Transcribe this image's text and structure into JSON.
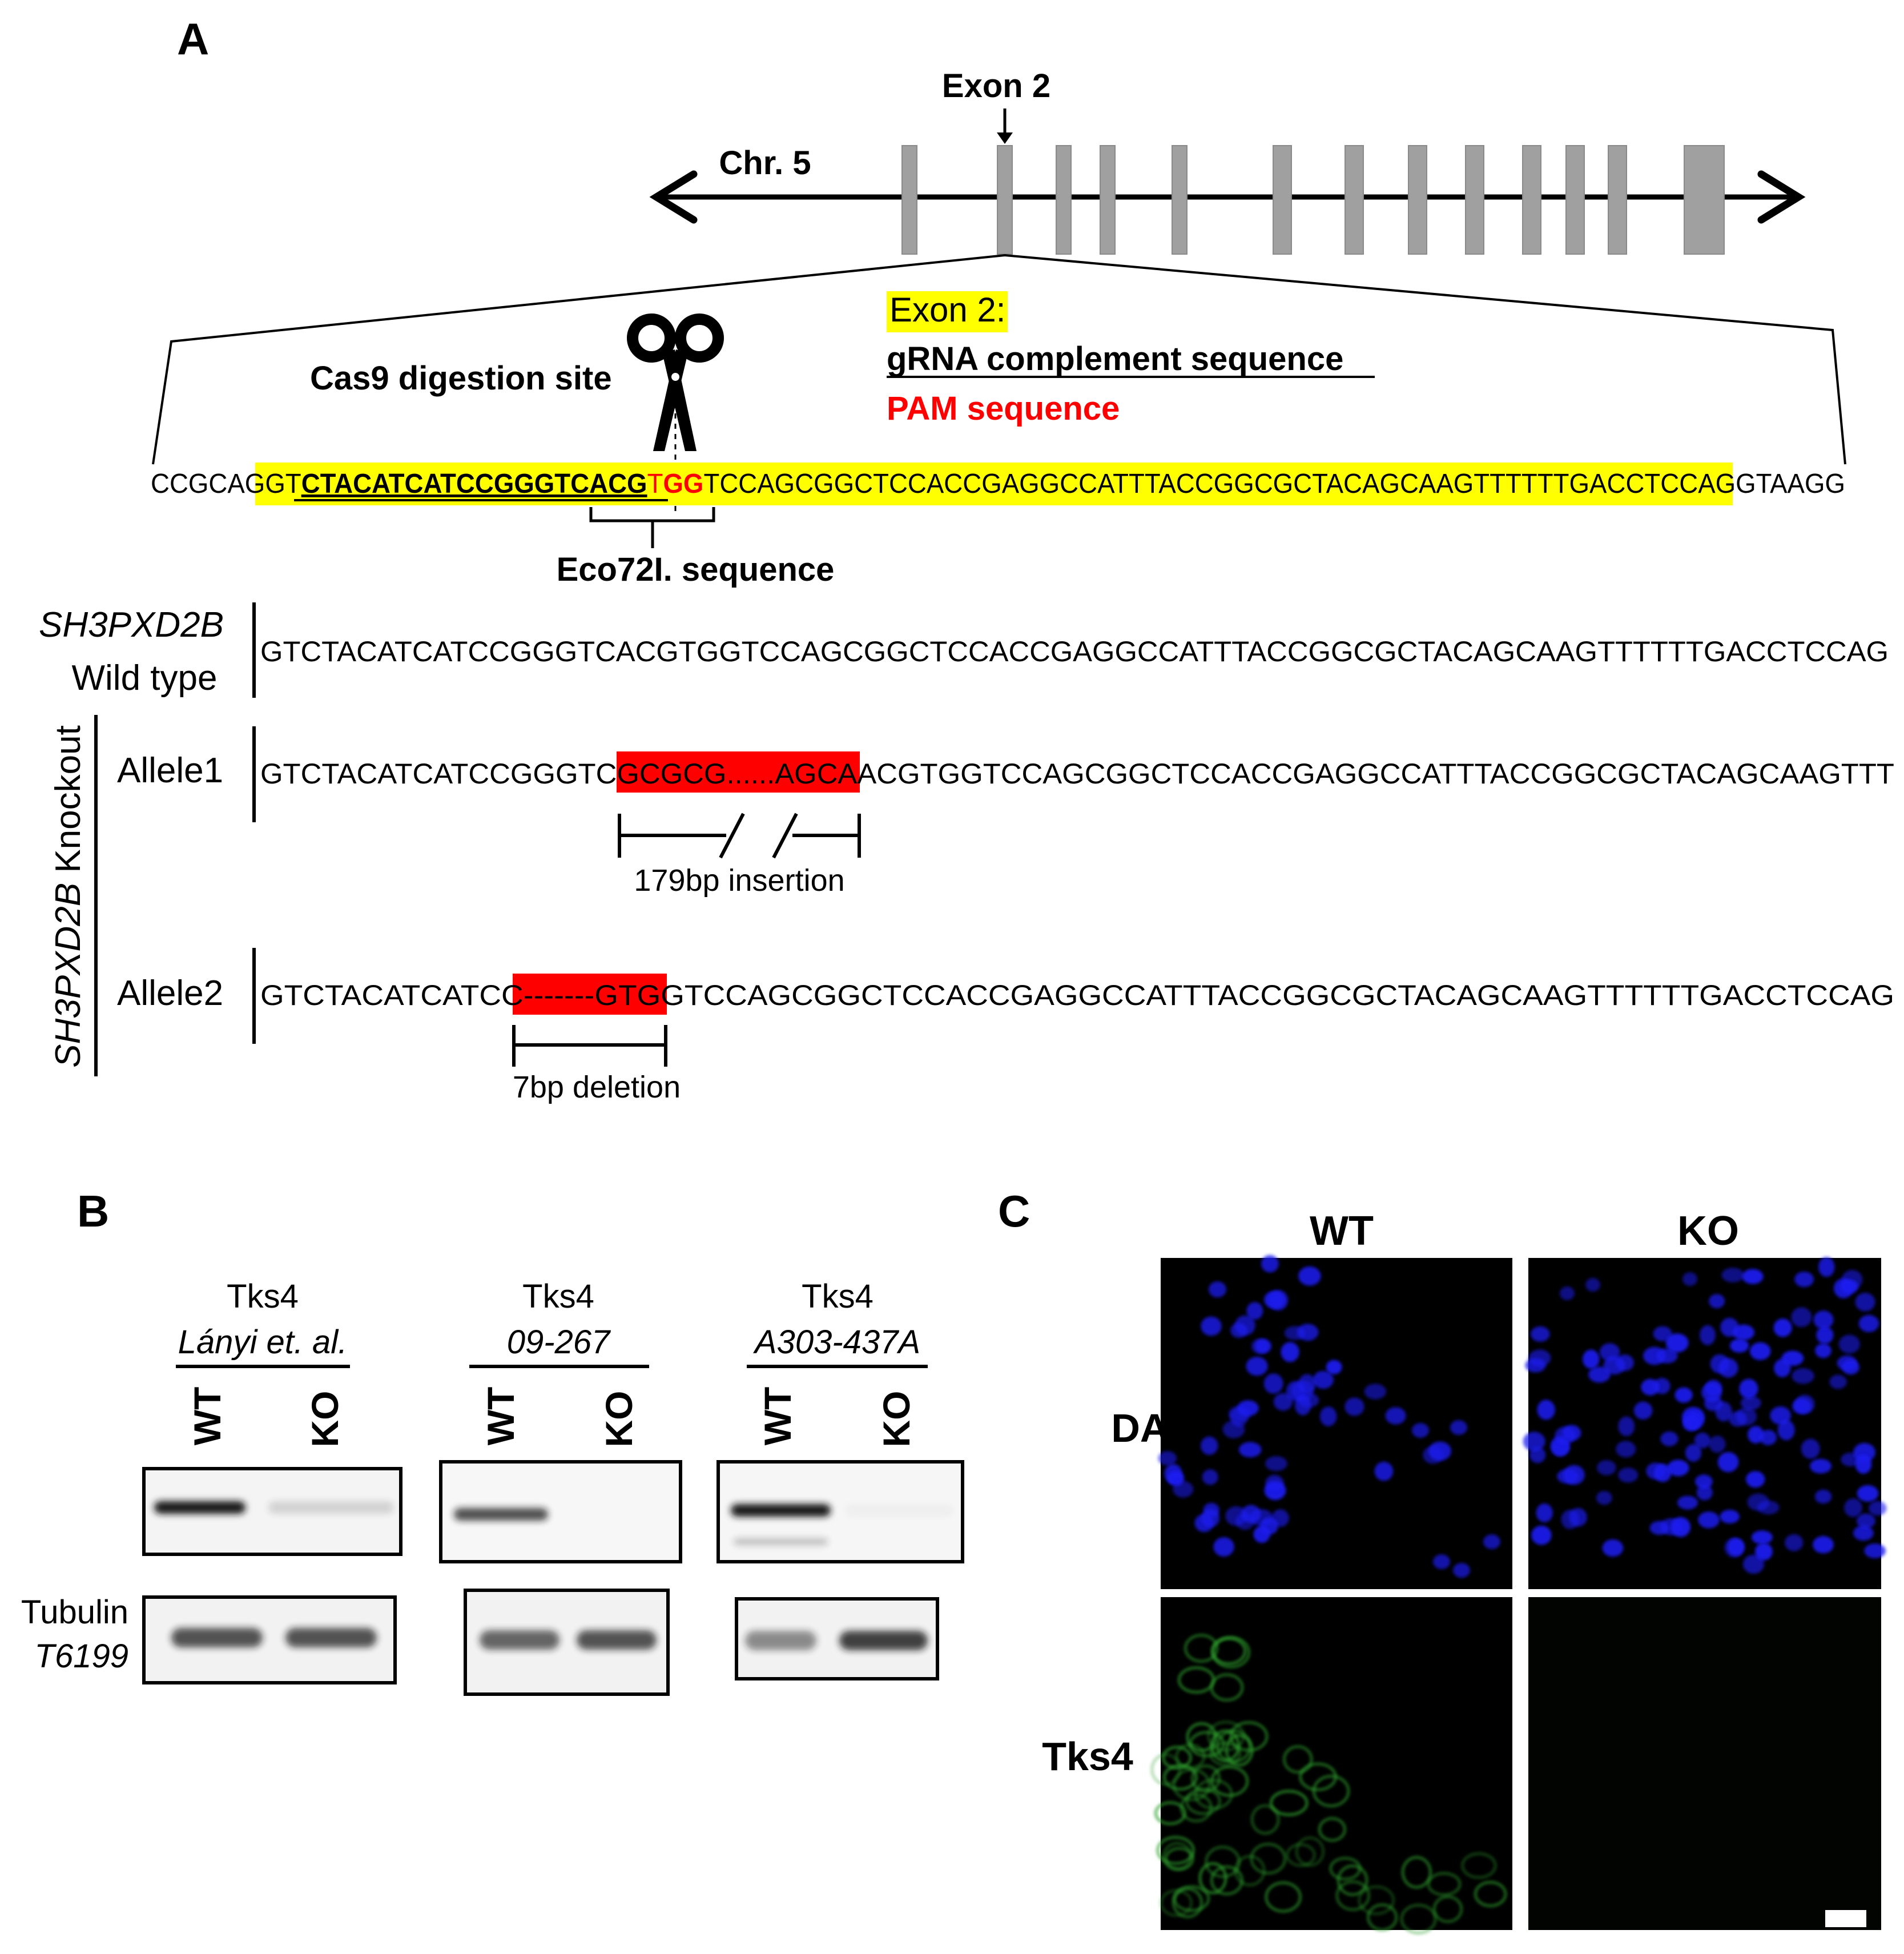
{
  "panel_a": {
    "label": "A",
    "exon2_label": "Exon 2",
    "chr_label": "Chr. 5",
    "legend": {
      "exon2": "Exon 2:",
      "grna": "gRNA complement sequence",
      "pam": "PAM sequence"
    },
    "cas9_label": "Cas9 digestion site",
    "eco_label": "Eco72I. sequence",
    "genomic_seq": {
      "pre": "CCGCAG",
      "exon_start": "GT",
      "grna": "CTACATCATCCGGGTCACG",
      "pam_a": "T",
      "pam_b": "GG",
      "exon_rest": "TCCAGCGGCTCCACCGAGGCCATTTACCGGCGCTACAGCAAGTTTTTTGACCTCCAG",
      "post": "GTAAGG"
    },
    "gene_name": "SH3PXD2B",
    "wild_type_label": "Wild type",
    "wt_seq": "GTCTACATCATCCGGGTCACGTGGTCCAGCGGCTCCACCGAGGCCATTTACCGGCGCTACAGCAAGTTTTTTGACCTCCAG",
    "knockout_gene": "SH3PXD2B",
    "knockout_word": " Knockout",
    "allele1_label": "Allele1",
    "allele1_pre": "GTCTACATCATCCGGGTC",
    "allele1_ins": "GCGCG......AGCA",
    "allele1_post": "ACGTGGTCCAGCGGCTCCACCGAGGCCATTTACCGGCGCTACAGCAAGTTT",
    "insertion_label": "179bp insertion",
    "allele2_label": "Allele2",
    "allele2_pre": "GTCTACATCATCC",
    "allele2_del": "-------",
    "allele2_post": "GTGGTCCAGCGGCTCCACCGAGGCCATTTACCGGCGCTACAGCAAGTTTTTTGACCTCCAG",
    "deletion_label": "7bp deletion"
  },
  "panel_b": {
    "label": "B",
    "blots": [
      {
        "title": "Tks4",
        "antibody": "Lányi et. al.",
        "lanes": [
          "WT",
          "KO"
        ],
        "tks4_signal": [
          1.0,
          0.15
        ],
        "tubulin_signal": [
          0.85,
          0.85
        ]
      },
      {
        "title": "Tks4",
        "antibody": "09-267",
        "lanes": [
          "WT",
          "KO"
        ],
        "tks4_signal": [
          0.75,
          0.0
        ],
        "tubulin_signal": [
          0.75,
          0.85
        ]
      },
      {
        "title": "Tks4",
        "antibody": "A303-437A",
        "lanes": [
          "WT",
          "KO"
        ],
        "tks4_signal": [
          1.0,
          0.03
        ],
        "tubulin_signal": [
          0.55,
          0.95
        ]
      }
    ],
    "loading_label": "Tubulin",
    "loading_antibody": "T6199"
  },
  "panel_c": {
    "label": "C",
    "columns": [
      "WT",
      "KO"
    ],
    "rows": [
      "DAPI",
      "Tks4"
    ],
    "colors": {
      "dapi": "#1e1ef0",
      "tks4": "#2fa02f",
      "gel_band": "#141414",
      "highlight": "#ffff00",
      "red": "#ff0000"
    }
  }
}
